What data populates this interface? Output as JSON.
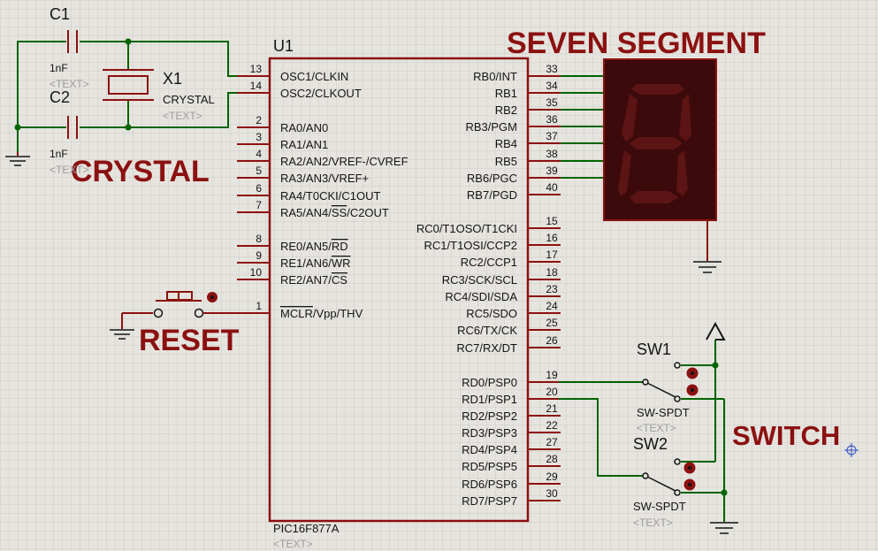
{
  "title": "SEVEN SEGMENT",
  "annotations": {
    "crystal": "CRYSTAL",
    "reset": "RESET",
    "switch": "SWITCH"
  },
  "mcu": {
    "ref": "U1",
    "part": "PIC16F877A",
    "text_placeholder": "<TEXT>",
    "left_pins": [
      {
        "num": "13",
        "name": "OSC1/CLKIN"
      },
      {
        "num": "14",
        "name": "OSC2/CLKOUT"
      },
      {
        "num": "2",
        "name": "RA0/AN0"
      },
      {
        "num": "3",
        "name": "RA1/AN1"
      },
      {
        "num": "4",
        "name": "RA2/AN2/VREF-/CVREF"
      },
      {
        "num": "5",
        "name": "RA3/AN3/VREF+"
      },
      {
        "num": "6",
        "name": "RA4/T0CKI/C1OUT"
      },
      {
        "num": "7",
        "name": "RA5/AN4/SS/C2OUT"
      },
      {
        "num": "8",
        "name": "RE0/AN5/RD"
      },
      {
        "num": "9",
        "name": "RE1/AN6/WR"
      },
      {
        "num": "10",
        "name": "RE2/AN7/CS"
      },
      {
        "num": "1",
        "name": "MCLR/Vpp/THV"
      }
    ],
    "right_pins": [
      {
        "num": "33",
        "name": "RB0/INT"
      },
      {
        "num": "34",
        "name": "RB1"
      },
      {
        "num": "35",
        "name": "RB2"
      },
      {
        "num": "36",
        "name": "RB3/PGM"
      },
      {
        "num": "37",
        "name": "RB4"
      },
      {
        "num": "38",
        "name": "RB5"
      },
      {
        "num": "39",
        "name": "RB6/PGC"
      },
      {
        "num": "40",
        "name": "RB7/PGD"
      },
      {
        "num": "15",
        "name": "RC0/T1OSO/T1CKI"
      },
      {
        "num": "16",
        "name": "RC1/T1OSI/CCP2"
      },
      {
        "num": "17",
        "name": "RC2/CCP1"
      },
      {
        "num": "18",
        "name": "RC3/SCK/SCL"
      },
      {
        "num": "23",
        "name": "RC4/SDI/SDA"
      },
      {
        "num": "24",
        "name": "RC5/SDO"
      },
      {
        "num": "25",
        "name": "RC6/TX/CK"
      },
      {
        "num": "26",
        "name": "RC7/RX/DT"
      },
      {
        "num": "19",
        "name": "RD0/PSP0"
      },
      {
        "num": "20",
        "name": "RD1/PSP1"
      },
      {
        "num": "21",
        "name": "RD2/PSP2"
      },
      {
        "num": "22",
        "name": "RD3/PSP3"
      },
      {
        "num": "27",
        "name": "RD4/PSP4"
      },
      {
        "num": "28",
        "name": "RD5/PSP5"
      },
      {
        "num": "29",
        "name": "RD6/PSP6"
      },
      {
        "num": "30",
        "name": "RD7/PSP7"
      }
    ]
  },
  "crystal": {
    "ref": "X1",
    "value": "CRYSTAL",
    "text_placeholder": "<TEXT>"
  },
  "capacitors": [
    {
      "ref": "C1",
      "value": "1nF",
      "text_placeholder": "<TEXT>"
    },
    {
      "ref": "C2",
      "value": "1nF",
      "text_placeholder": "<TEXT>"
    }
  ],
  "switches": [
    {
      "ref": "SW1",
      "type": "SW-SPDT",
      "text_placeholder": "<TEXT>"
    },
    {
      "ref": "SW2",
      "type": "SW-SPDT",
      "text_placeholder": "<TEXT>"
    }
  ],
  "colors": {
    "background": "#e6e4df",
    "grid": "#cfccc6",
    "wire": "#006400",
    "component": "#8b1111",
    "label_red": "#8b1111",
    "display_body": "#3c0a0a",
    "segment_off": "#5c1414"
  }
}
